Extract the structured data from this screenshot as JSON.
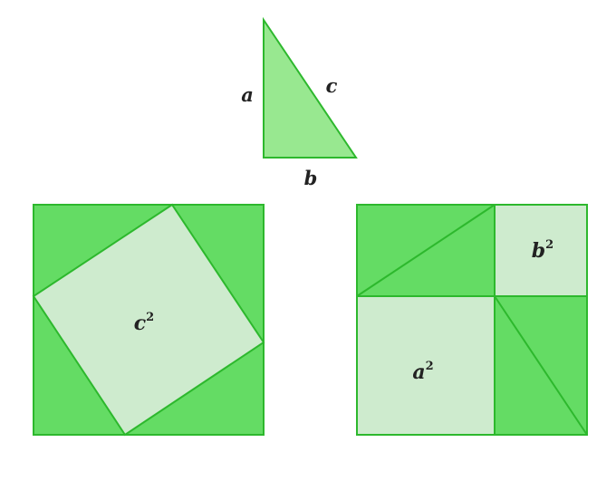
{
  "colors": {
    "light_triangle": "#98e890",
    "dark_green": "#64dc64",
    "pale_square": "#ceebce",
    "stroke": "#2db82d"
  },
  "triangle": {
    "side_a": "a",
    "side_b": "b",
    "side_c": "c"
  },
  "left_square": {
    "label_base": "c",
    "label_exp": "2"
  },
  "right_square": {
    "a_square_base": "a",
    "a_square_exp": "2",
    "b_square_base": "b",
    "b_square_exp": "2"
  }
}
